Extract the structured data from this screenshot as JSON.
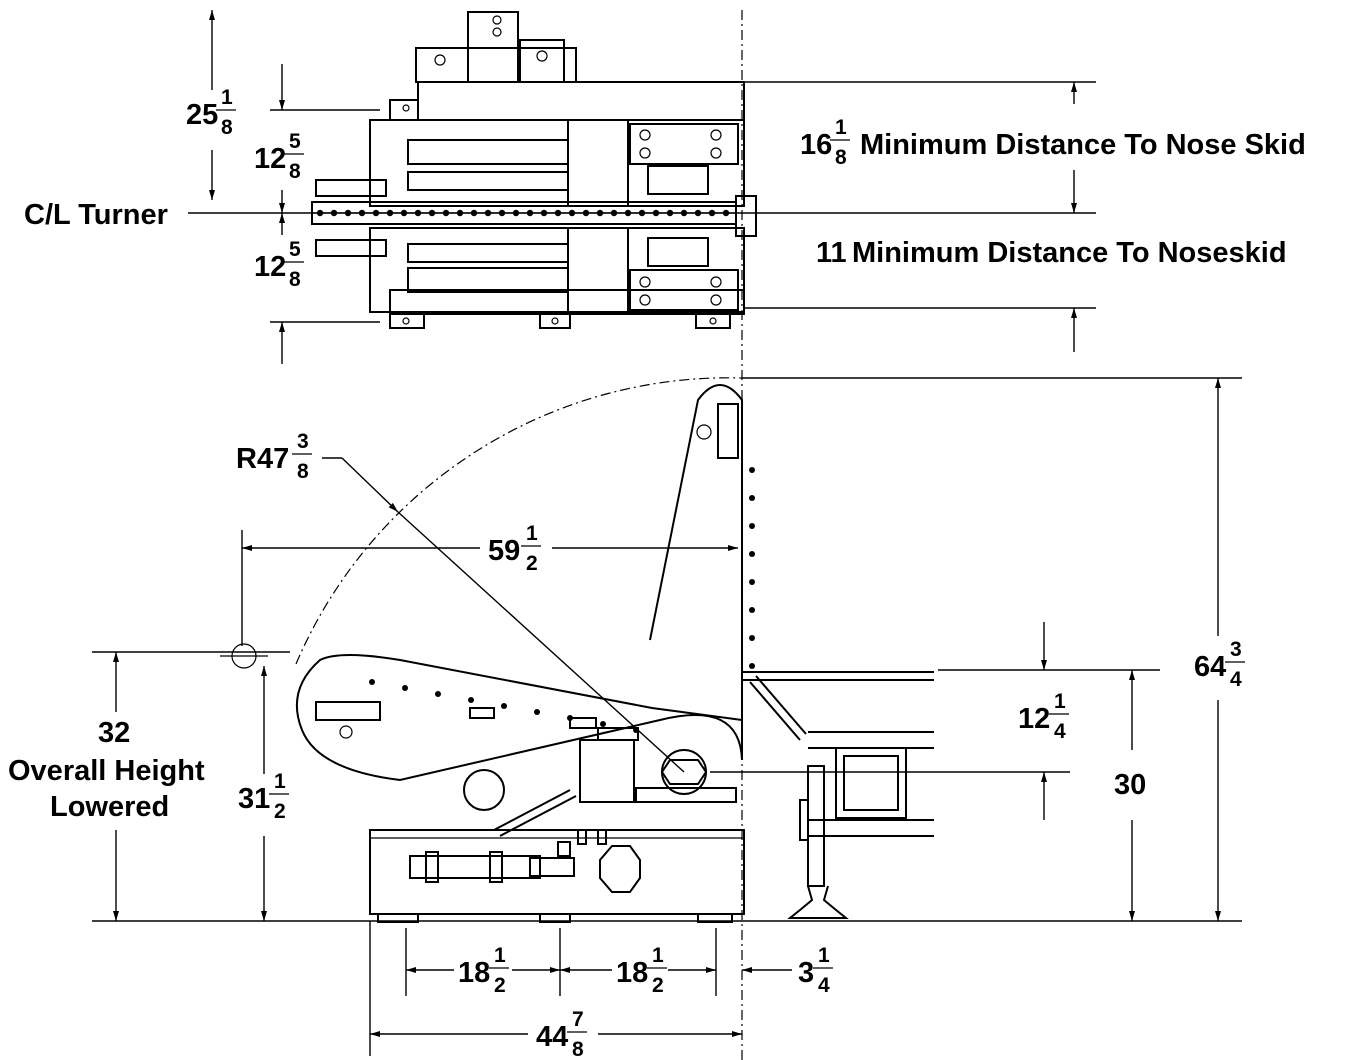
{
  "dimensions": {
    "top_overall": {
      "whole": "25",
      "num": "1",
      "den": "8"
    },
    "top_half_upper": {
      "whole": "12",
      "num": "5",
      "den": "8"
    },
    "top_half_lower": {
      "whole": "12",
      "num": "5",
      "den": "8"
    },
    "nose_skid": {
      "whole": "16",
      "num": "1",
      "den": "8",
      "text": "Minimum Distance To Nose Skid"
    },
    "noseskid": {
      "whole": "11",
      "text": "Minimum Distance To Noseskid"
    },
    "radius": {
      "whole": "R47",
      "num": "3",
      "den": "8"
    },
    "reach": {
      "whole": "59",
      "num": "1",
      "den": "2"
    },
    "overall_height": {
      "whole": "64",
      "num": "3",
      "den": "4"
    },
    "pivot_rise": {
      "whole": "12",
      "num": "1",
      "den": "4"
    },
    "deck_height": {
      "whole": "30"
    },
    "lowered_height": {
      "whole": "32",
      "line1": "Overall Height",
      "line2": "Lowered"
    },
    "pivot_height": {
      "whole": "31",
      "num": "1",
      "den": "2"
    },
    "base_left": {
      "whole": "18",
      "num": "1",
      "den": "2"
    },
    "base_right": {
      "whole": "18",
      "num": "1",
      "den": "2"
    },
    "overhang": {
      "whole": "3",
      "num": "1",
      "den": "4"
    },
    "overall_length": {
      "whole": "44",
      "num": "7",
      "den": "8"
    }
  },
  "labels": {
    "centerline": "C/L Turner"
  }
}
